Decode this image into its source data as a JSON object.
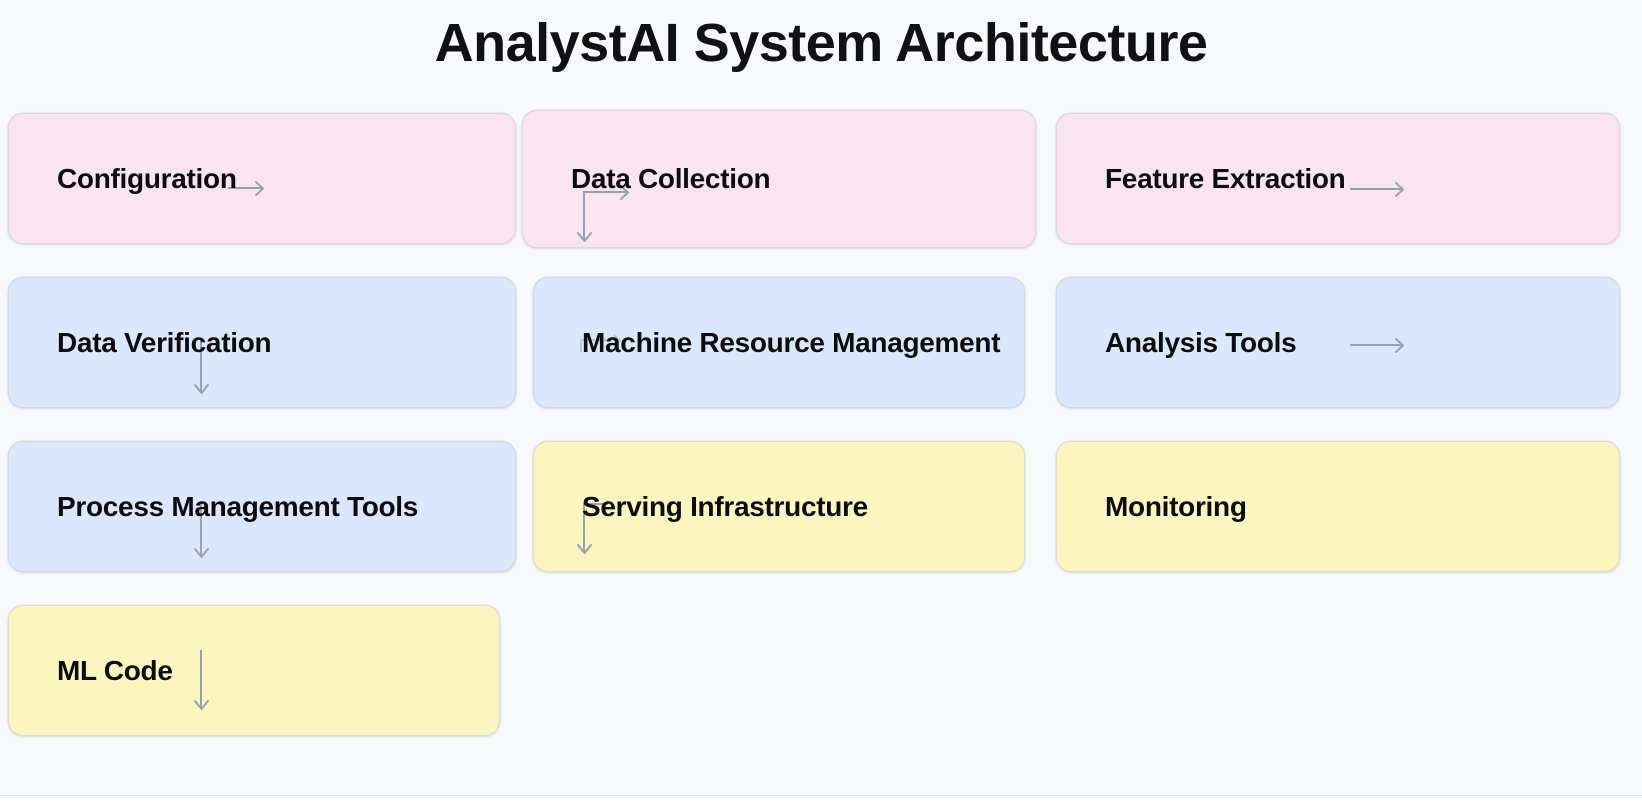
{
  "page": {
    "title": "AnalystAI System Architecture",
    "background_color": "#f8f9fb"
  },
  "palette": {
    "pink": "#fae5ef",
    "blue": "#dbe7fd",
    "yellow": "#fbf5c0",
    "connector": "#9aa1ae",
    "text": "#0d0d10",
    "border": "#c8cbd4"
  },
  "diagram": {
    "type": "block-architecture",
    "columns": 3,
    "rows": 4,
    "nodes": [
      {
        "id": "configuration",
        "label": "Configuration",
        "color": "pink",
        "row": 1,
        "column": 1,
        "connector": "right-short"
      },
      {
        "id": "data-collection",
        "label": "Data Collection",
        "color": "pink",
        "row": 1,
        "column": 2,
        "connector": "elbow-down-right"
      },
      {
        "id": "feature-extraction",
        "label": "Feature Extraction",
        "color": "pink",
        "row": 1,
        "column": 3,
        "connector": "right-long"
      },
      {
        "id": "data-verification",
        "label": "Data Verification",
        "color": "blue",
        "row": 2,
        "column": 1,
        "connector": "down"
      },
      {
        "id": "machine-resource-management",
        "label": "Machine Resource Management",
        "color": "blue",
        "row": 2,
        "column": 2,
        "connector": "elbow-faded"
      },
      {
        "id": "analysis-tools",
        "label": "Analysis Tools",
        "color": "blue",
        "row": 2,
        "column": 3,
        "connector": "right-long"
      },
      {
        "id": "process-management-tools",
        "label": "Process Management Tools",
        "color": "blue",
        "row": 3,
        "column": 1,
        "connector": "down"
      },
      {
        "id": "serving-infrastructure",
        "label": "Serving Infrastructure",
        "color": "yellow",
        "row": 3,
        "column": 2,
        "connector": "elbow-down"
      },
      {
        "id": "monitoring",
        "label": "Monitoring",
        "color": "yellow",
        "row": 3,
        "column": 3,
        "connector": "none"
      },
      {
        "id": "ml-code",
        "label": "ML Code",
        "color": "yellow",
        "row": 4,
        "column": 1,
        "connector": "down"
      }
    ]
  }
}
